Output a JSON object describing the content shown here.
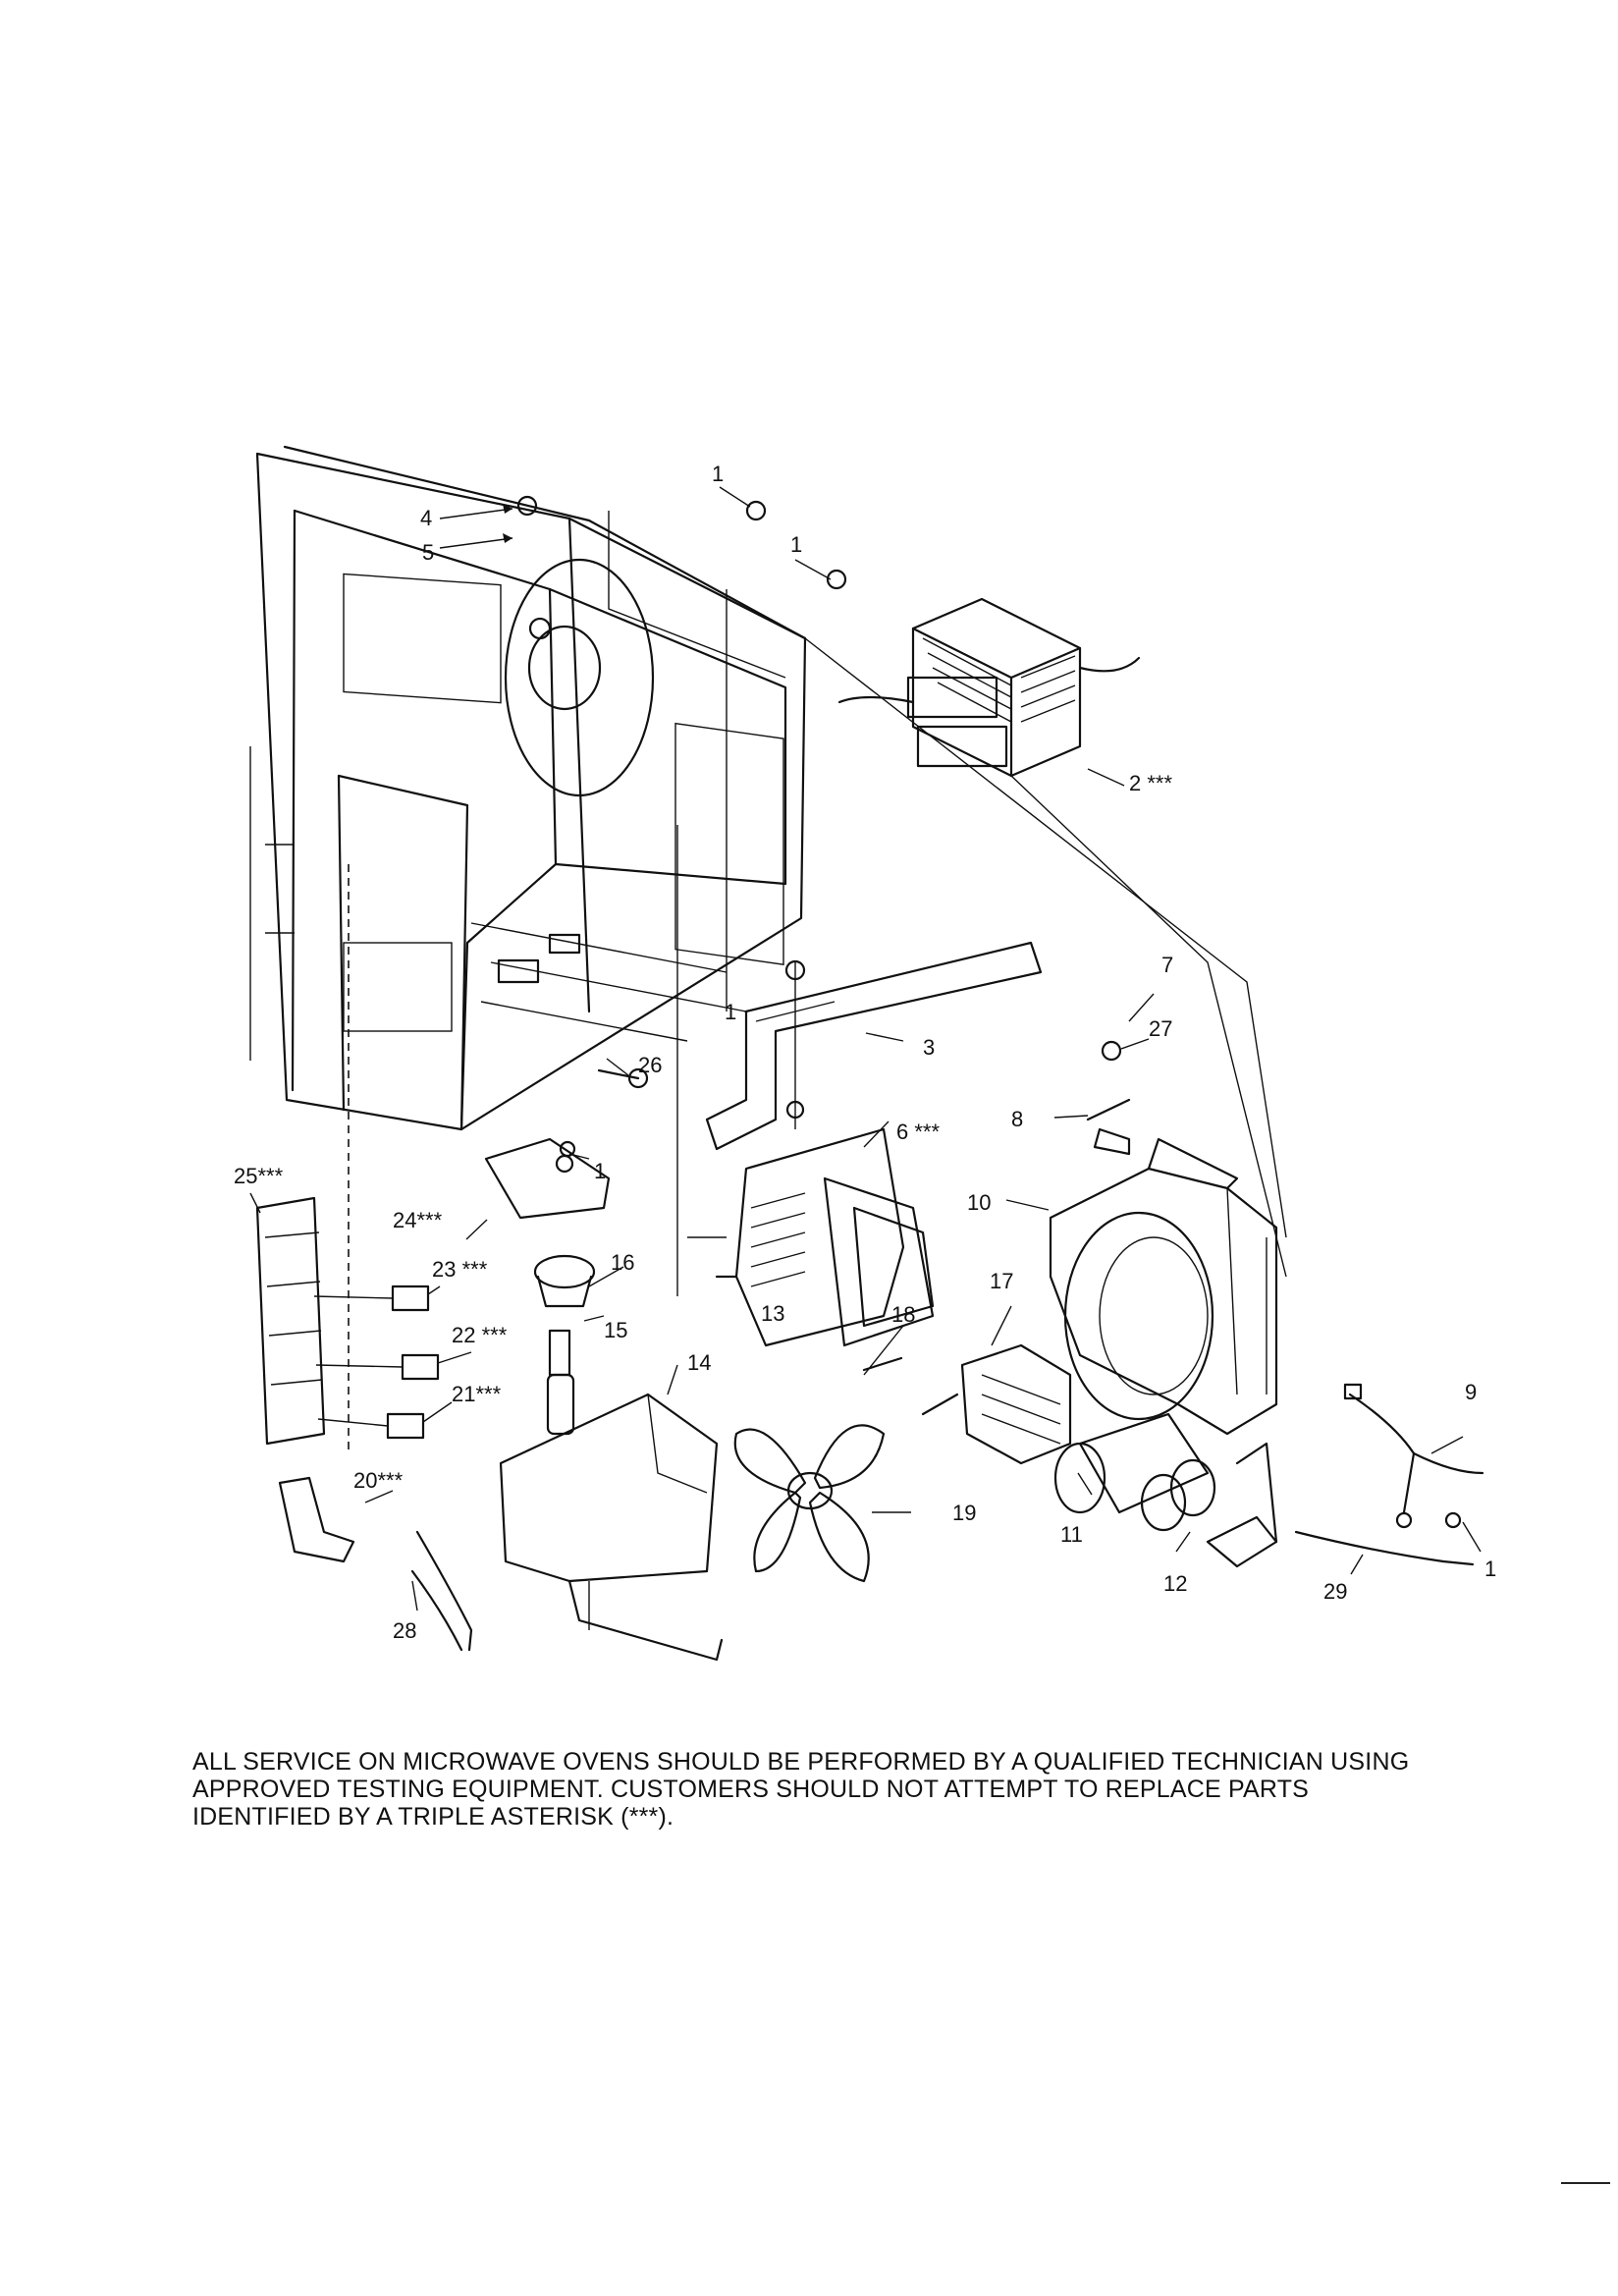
{
  "notice": {
    "line1": "ALL SERVICE ON MICROWAVE OVENS SHOULD BE PERFORMED BY A  QUALIFIED TECHNICIAN USING",
    "line2": "APPROVED TESTING EQUIPMENT.  CUSTOMERS SHOULD NOT ATTEMPT TO REPLACE PARTS",
    "line3": "IDENTIFIED BY A TRIPLE ASTERISK (***)."
  },
  "callouts": {
    "c1a": "1",
    "c1b": "1",
    "c1c": "1",
    "c1d": "1",
    "c1e": "1",
    "c2": "2 ***",
    "c3": "3",
    "c4": "4",
    "c5": "5",
    "c6": "6 ***",
    "c7": "7",
    "c8": "8",
    "c9": "9",
    "c10": "10",
    "c11": "11",
    "c12": "12",
    "c13": "13",
    "c14": "14",
    "c15": "15",
    "c16": "16",
    "c17": "17",
    "c18": "18",
    "c19": "19",
    "c20": "20***",
    "c21": "21***",
    "c22": "22 ***",
    "c23": "23 ***",
    "c24": "24***",
    "c25": "25***",
    "c26": "26",
    "c27": "27",
    "c28": "28",
    "c29": "29"
  }
}
